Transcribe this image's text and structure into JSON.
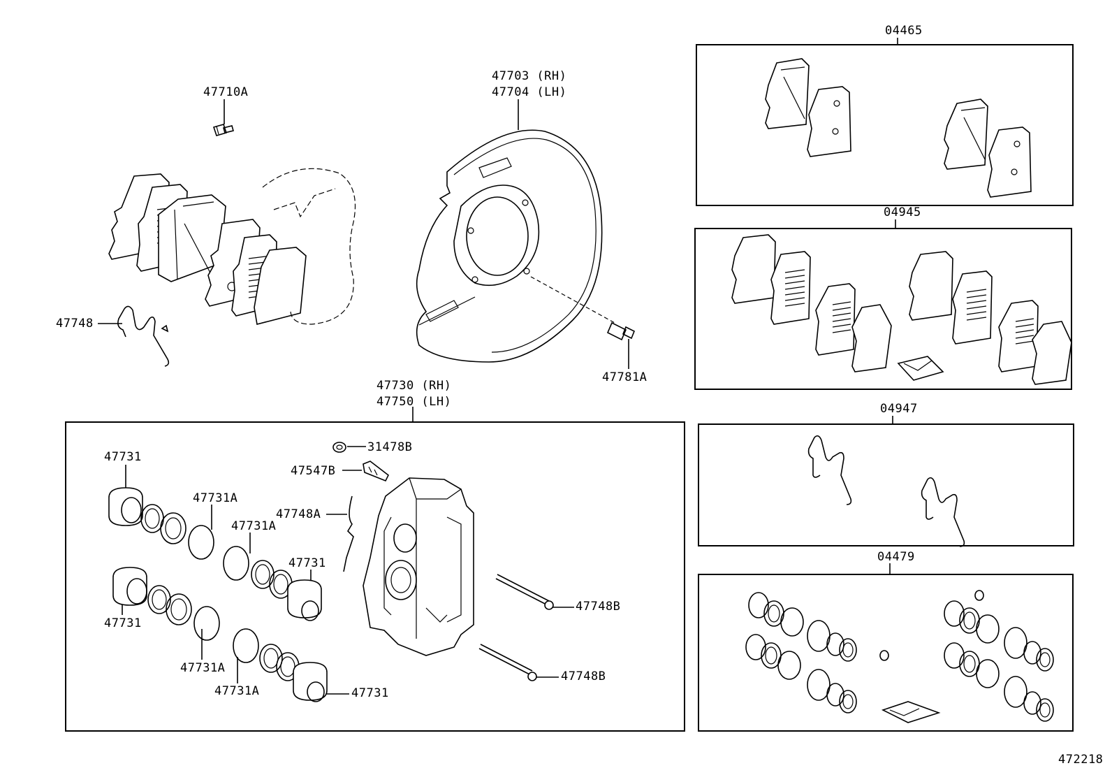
{
  "labels": {
    "bolt_47710A": "47710A",
    "shield_rh": "47703 (RH)",
    "shield_lh": "47704 (LH)",
    "spring_47748": "47748",
    "bolt_47781A": "47781A",
    "caliper_rh": "47730 (RH)",
    "caliper_lh": "47750 (LH)",
    "cap_31478B": "31478B",
    "plug_47547B": "47547B",
    "spring_47748A": "47748A",
    "piston_a": "47731",
    "piston_b": "47731",
    "piston_c": "47731",
    "piston_d": "47731",
    "ring_a": "47731A",
    "ring_b": "47731A",
    "ring_c": "47731A",
    "ring_d": "47731A",
    "pin_a": "47748B",
    "pin_b": "47748B",
    "kit_04465": "04465",
    "kit_04945": "04945",
    "kit_04947": "04947",
    "kit_04479": "04479",
    "figure_no": "472218"
  }
}
